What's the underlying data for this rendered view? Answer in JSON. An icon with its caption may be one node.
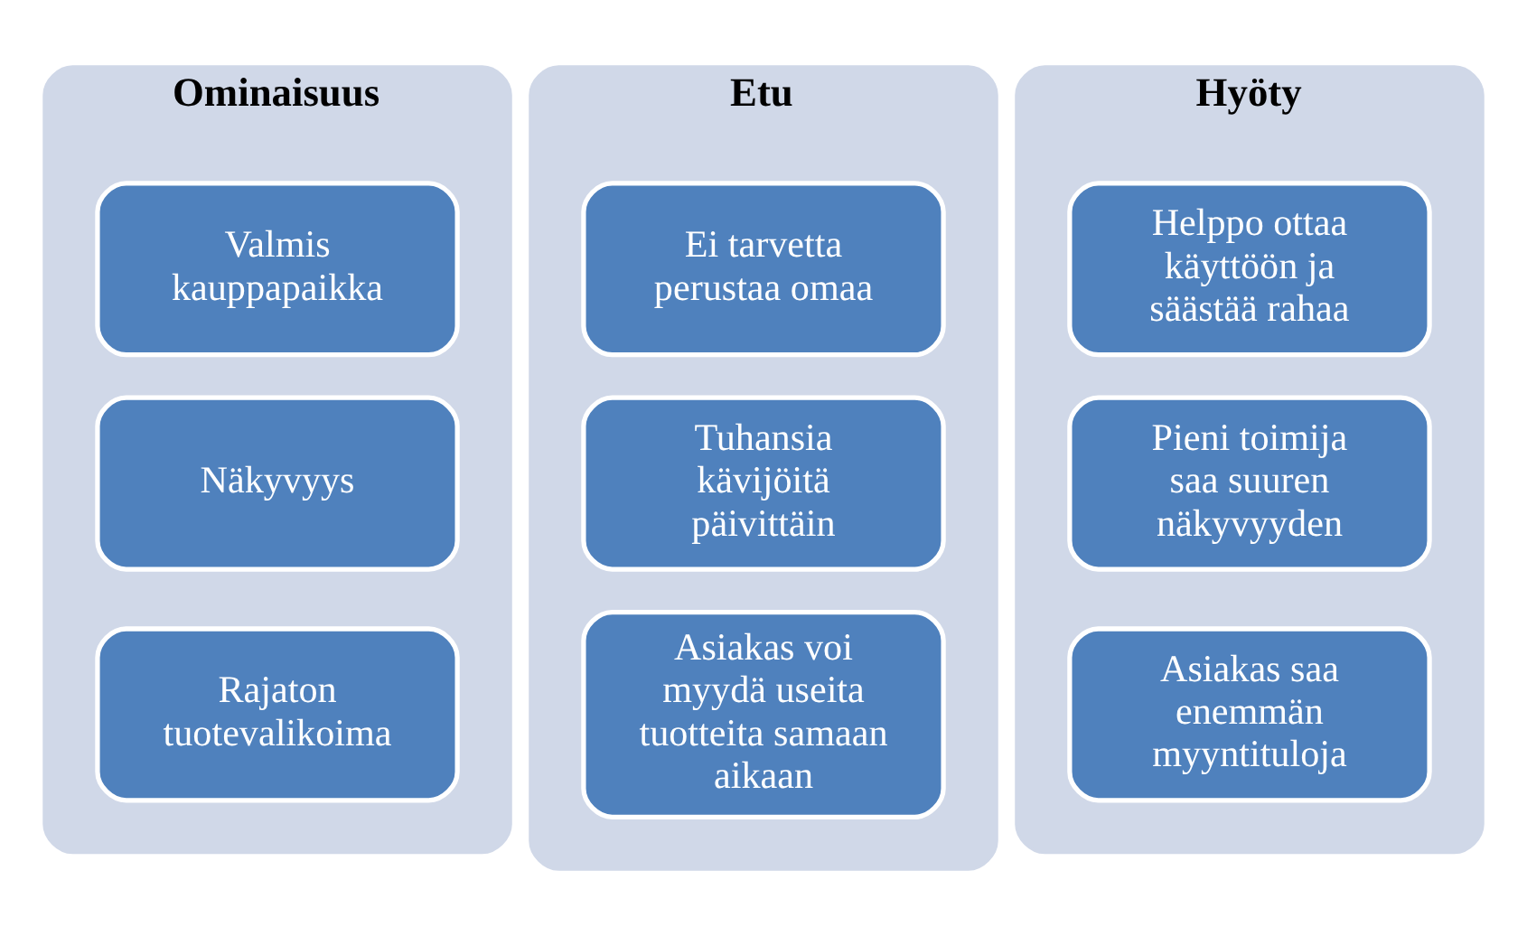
{
  "diagram": {
    "nodes": [
      {
        "text": [
          "Ominaisuus"
        ]
      },
      {
        "text": [
          "Valmis kauppapaikka"
        ],
        "in": 0
      },
      {
        "text": [
          "Näkyvyys"
        ],
        "in": 0
      },
      {
        "text": [
          "Rajaton tuotevalikoima"
        ],
        "in": 0
      },
      {
        "text": [
          "Etu"
        ]
      },
      {
        "text": [
          "Ei tarvetta perustaa omaa"
        ],
        "in": 4
      },
      {
        "text": [
          "Tuhansia kävijöitä päivittäin"
        ],
        "in": 4
      },
      {
        "text": [
          "Asiakas voi myydä useita tuotteita samaan aikaan"
        ],
        "in": 4
      },
      {
        "text": [
          "Hyöty"
        ]
      },
      {
        "text": [
          "Helppo ottaa käyttöön ja säästää rahaa"
        ],
        "in": 8
      },
      {
        "text": [
          "Pieni toimija saa suuren näkyvyyden"
        ],
        "in": 8
      },
      {
        "text": [
          "Asiakas saa enemmän myyntituloja"
        ],
        "in": 8
      }
    ]
  }
}
